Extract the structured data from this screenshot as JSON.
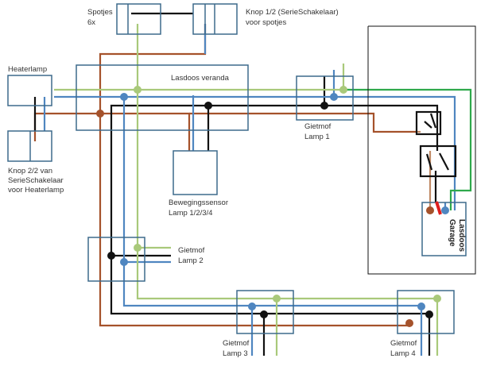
{
  "labels": {
    "spotjes": [
      "Spotjes",
      "6x"
    ],
    "knop_spotjes": [
      "Knop 1/2 (SerieSchakelaar)",
      "voor spotjes"
    ],
    "heaterlamp": [
      "Heaterlamp"
    ],
    "knop_heater": [
      "Knop 2/2 van",
      "SerieSchakelaar",
      "voor Heaterlamp"
    ],
    "lasdoos_veranda": [
      "Lasdoos veranda"
    ],
    "gietmof_lamp1": [
      "Gietmof",
      "Lamp 1"
    ],
    "bewegingssensor": [
      "Bewegingssensor",
      "Lamp 1/2/3/4"
    ],
    "gietmof_lamp2": [
      "Gietmof",
      "Lamp 2"
    ],
    "gietmof_lamp3": [
      "Gietmof",
      "Lamp 3"
    ],
    "gietmof_lamp4": [
      "Gietmof",
      "Lamp 4"
    ],
    "lasdoos_garage": [
      "Lasdoos",
      "Garage"
    ]
  },
  "colors": {
    "brown": "#a5522b",
    "blue": "#4f86c0",
    "black": "#111111",
    "greenyellow": "#a9c97a",
    "green": "#2fa94c",
    "red": "#e01e1e",
    "box": "#3d6a8c",
    "tan": "#c08a66"
  }
}
